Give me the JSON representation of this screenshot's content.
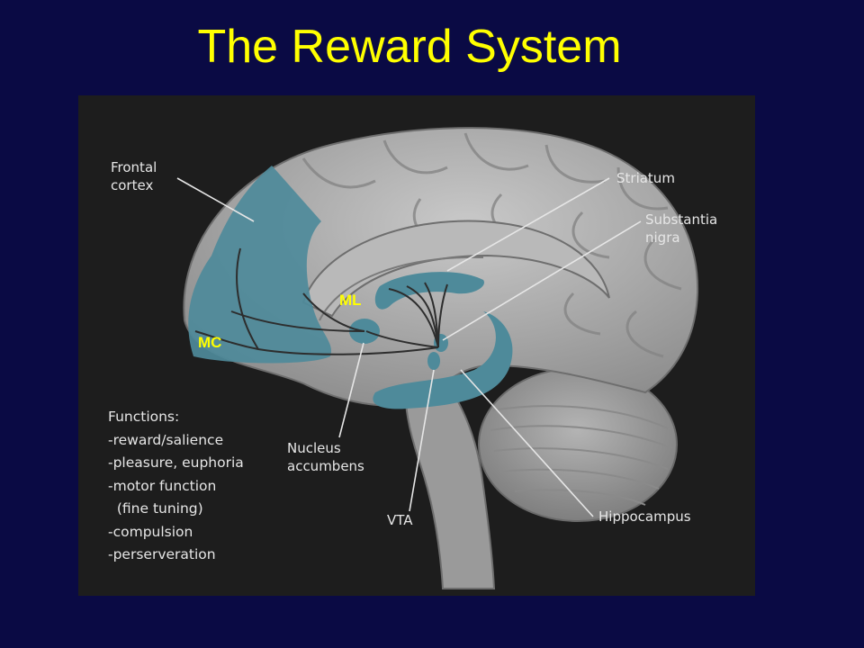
{
  "slide": {
    "title": "The Reward System"
  },
  "labels": {
    "frontal_cortex": [
      "Frontal",
      "cortex"
    ],
    "striatum": "Striatum",
    "substantia_nigra": [
      "Substantia",
      "nigra"
    ],
    "nucleus_accumbens": [
      "Nucleus",
      "accumbens"
    ],
    "vta": "VTA",
    "hippocampus": "Hippocampus"
  },
  "annotations": {
    "ml": "ML",
    "mc": "MC"
  },
  "functions": {
    "heading": "Functions:",
    "items": [
      "-reward/salience",
      "-pleasure, euphoria",
      "-motor function",
      "  (fine tuning)",
      "-compulsion",
      "-perserveration"
    ]
  },
  "colors": {
    "background": "#0a0a44",
    "title": "#ffff00",
    "annotation": "#ffff00",
    "highlight": "#4e8a9a",
    "brain": "#a7a7a7",
    "frame": "#1d1d1d"
  }
}
